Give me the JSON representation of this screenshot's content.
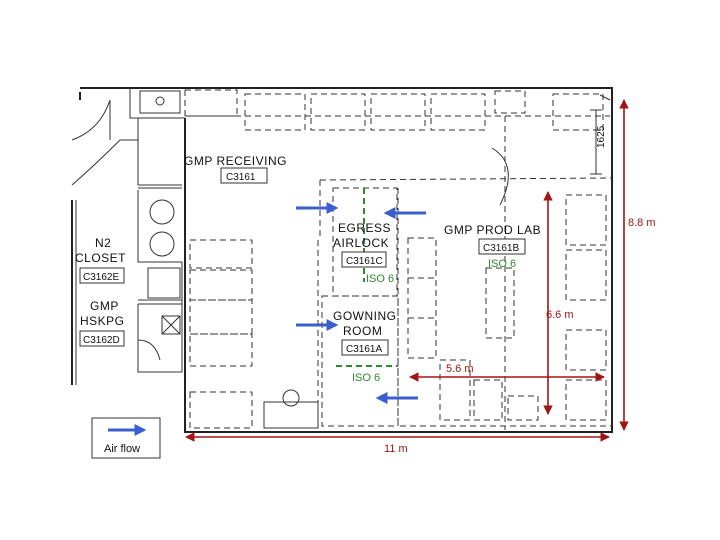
{
  "rooms": {
    "receiving": {
      "name": "GMP RECEIVING",
      "code": "C3161"
    },
    "egress": {
      "name_line1": "EGRESS",
      "name_line2": "AIRLOCK",
      "code": "C3161C",
      "iso": "ISO 6"
    },
    "prod_lab": {
      "name": "GMP PROD LAB",
      "code": "C3161B",
      "iso": "ISO 6"
    },
    "gowning": {
      "name_line1": "GOWNING",
      "name_line2": "ROOM",
      "code": "C3161A",
      "iso": "ISO 6"
    },
    "n2_closet": {
      "name_line1": "N2",
      "name_line2": "CLOSET",
      "code": "C3162E"
    },
    "hskpg": {
      "name_line1": "GMP",
      "name_line2": "HSKPG",
      "code": "C3162D"
    }
  },
  "dimensions": {
    "width_total": "11 m",
    "height_total": "8.8 m",
    "lab_height": "6.6 m",
    "lab_width": "5.6 m",
    "ceiling_note": "1625"
  },
  "legend": {
    "label": "Air flow"
  },
  "colors": {
    "airflow": "#3a5fcd",
    "dimension": "#a31515",
    "iso_boundary": "#2e8b2e"
  }
}
